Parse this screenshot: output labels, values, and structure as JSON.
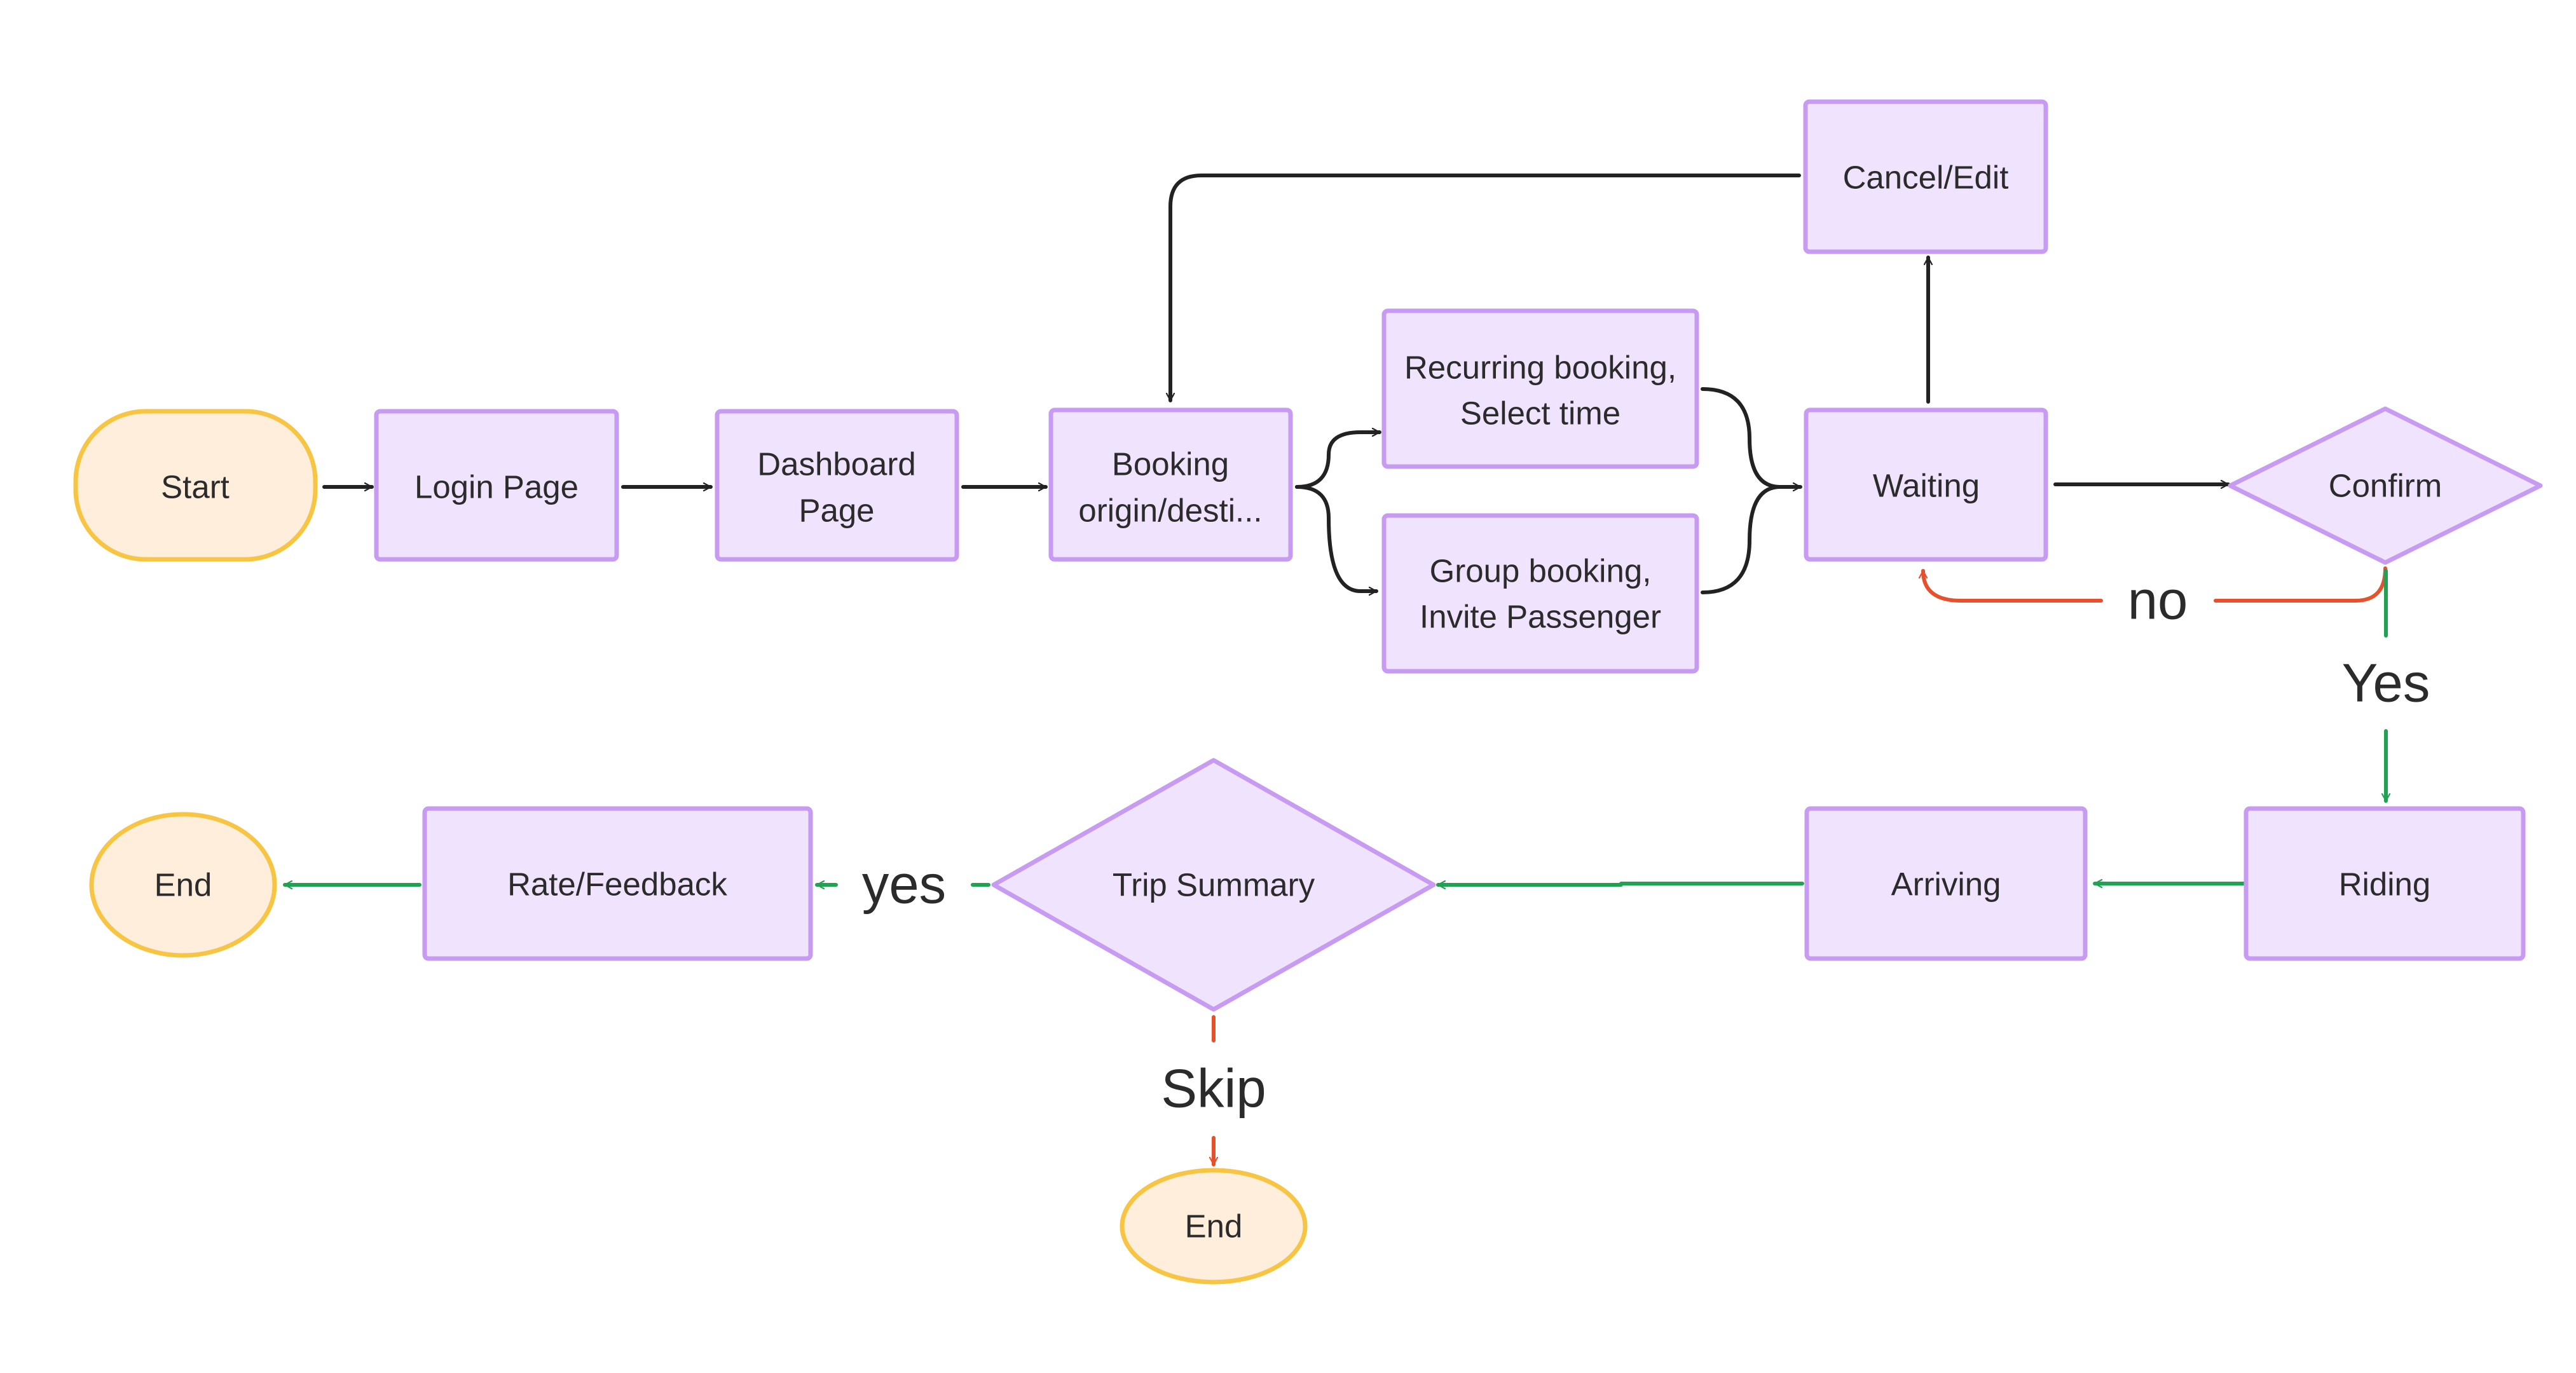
{
  "colors": {
    "process_fill": "#f0e3fd",
    "process_stroke": "#c79bf2",
    "terminal_fill": "#feeedb",
    "terminal_stroke": "#f7c543",
    "arrow_dark": "#222222",
    "arrow_green": "#21a152",
    "arrow_red": "#e7502c"
  },
  "nodes": {
    "start": {
      "label": "Start",
      "shape": "terminal"
    },
    "login": {
      "label": "Login Page",
      "shape": "process"
    },
    "dashboard": {
      "lines": [
        "Dashboard",
        "Page"
      ],
      "shape": "process"
    },
    "booking": {
      "lines": [
        "Booking",
        "origin/desti..."
      ],
      "shape": "process"
    },
    "recurring": {
      "lines": [
        "Recurring booking,",
        "Select time"
      ],
      "shape": "process"
    },
    "group": {
      "lines": [
        "Group booking,",
        "Invite Passenger"
      ],
      "shape": "process"
    },
    "cancel_edit": {
      "label": "Cancel/Edit",
      "shape": "process"
    },
    "waiting": {
      "label": "Waiting",
      "shape": "process"
    },
    "confirm": {
      "label": "Confirm",
      "shape": "decision"
    },
    "riding": {
      "label": "Riding",
      "shape": "process"
    },
    "arriving": {
      "label": "Arriving",
      "shape": "process"
    },
    "trip_summary": {
      "label": "Trip Summary",
      "shape": "decision"
    },
    "rate_feedback": {
      "label": "Rate/Feedback",
      "shape": "process"
    },
    "end_left": {
      "label": "End",
      "shape": "terminal"
    },
    "end_bottom": {
      "label": "End",
      "shape": "terminal"
    }
  },
  "edge_labels": {
    "no": "no",
    "yes_confirm": "Yes",
    "yes_trip": "yes",
    "skip": "Skip"
  }
}
